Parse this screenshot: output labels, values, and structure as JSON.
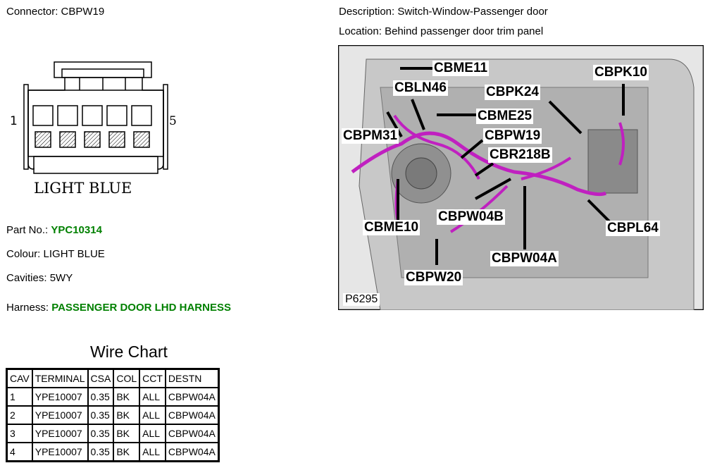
{
  "header": {
    "connector_label": "Connector:",
    "connector_value": "CBPW19",
    "description_label": "Description:",
    "description_value": "Switch-Window-Passenger door",
    "location_label": "Location:",
    "location_value": "Behind passenger door trim panel"
  },
  "connector": {
    "pin_first": "1",
    "pin_last": "5",
    "colour_caption": "LIGHT BLUE"
  },
  "details": {
    "part_no_label": "Part No.:",
    "part_no_value": "YPC10314",
    "colour_label": "Colour:",
    "colour_value": "LIGHT BLUE",
    "cavities_label": "Cavities:",
    "cavities_value": "5WY",
    "harness_label": "Harness:",
    "harness_value": "PASSENGER DOOR LHD HARNESS"
  },
  "photo": {
    "code": "P6295",
    "callouts": [
      "CBME11",
      "CBPK10",
      "CBLN46",
      "CBPK24",
      "CBME25",
      "CBPM31",
      "CBPW19",
      "CBR218B",
      "CBPW04B",
      "CBME10",
      "CBPL64",
      "CBPW04A",
      "CBPW20"
    ]
  },
  "wire_chart": {
    "title": "Wire Chart",
    "columns": [
      "CAV",
      "TERMINAL",
      "CSA",
      "COL",
      "CCT",
      "DESTN"
    ],
    "rows": [
      [
        "1",
        "YPE10007",
        "0.35",
        "BK",
        "ALL",
        "CBPW04A"
      ],
      [
        "2",
        "YPE10007",
        "0.35",
        "BK",
        "ALL",
        "CBPW04A"
      ],
      [
        "3",
        "YPE10007",
        "0.35",
        "BK",
        "ALL",
        "CBPW04A"
      ],
      [
        "4",
        "YPE10007",
        "0.35",
        "BK",
        "ALL",
        "CBPW04A"
      ]
    ]
  },
  "colors": {
    "harness_green": "#008000",
    "wire_magenta": "#c020c0"
  }
}
